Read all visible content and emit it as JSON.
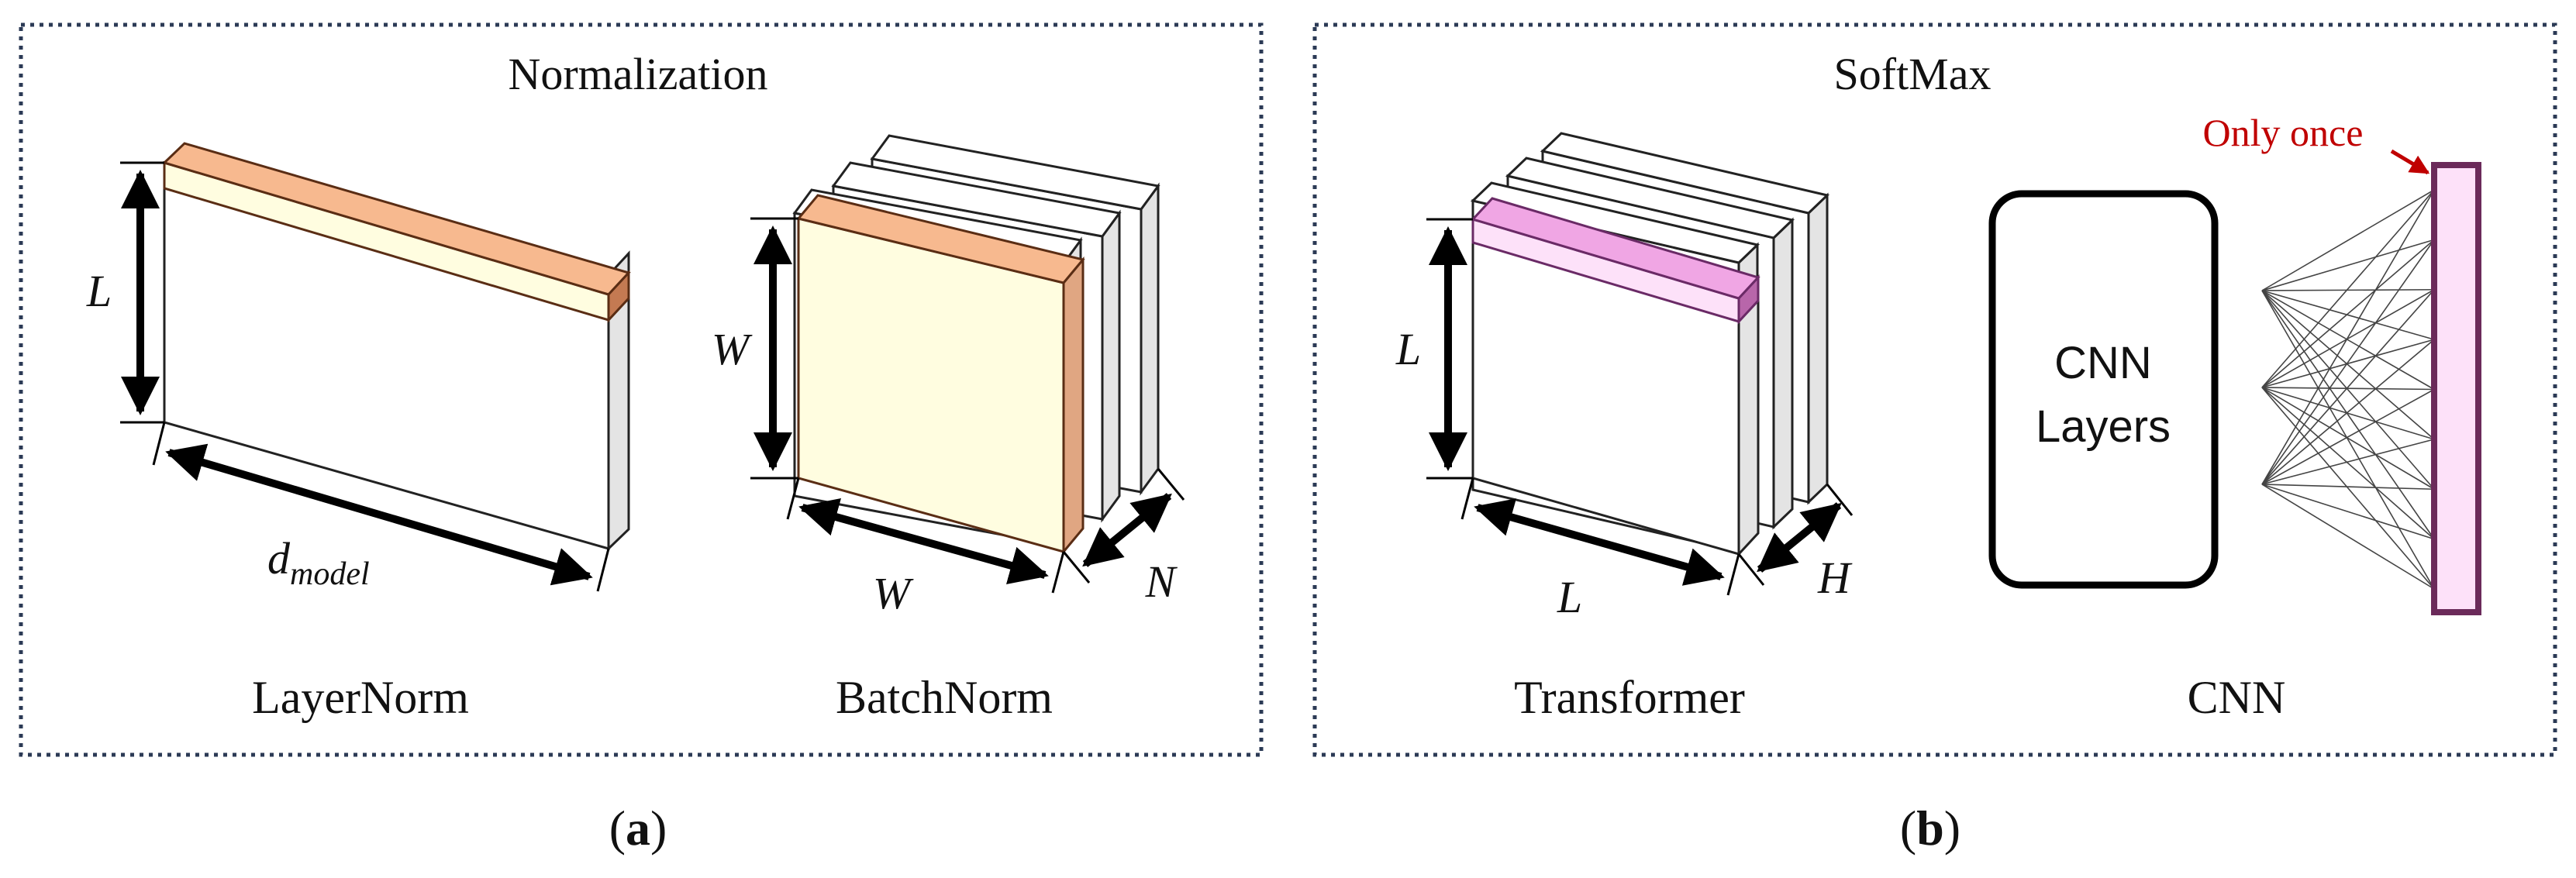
{
  "colors": {
    "panel_border": "#2b3a55",
    "ln_top": "#f7b98f",
    "ln_edge": "#5a2d14",
    "ln_strip": "#fffde0",
    "bn_front": "#fffde0",
    "bn_side": "#e0a682",
    "slab_side": "#e4e4e4",
    "tr_top": "#f0a6e4",
    "tr_edge": "#6a2a66",
    "tr_strip": "#fde1f9",
    "softmax_fill": "#fde1f9",
    "softmax_border": "#6b2a5a",
    "annotation": "#c00000"
  },
  "panel_a": {
    "title": "Normalization",
    "layernorm": {
      "label": "LayerNorm",
      "dim_height": "L",
      "dim_width_base": "d",
      "dim_width_sub": "model"
    },
    "batchnorm": {
      "label": "BatchNorm",
      "dim_height": "W",
      "dim_width": "W",
      "dim_depth": "N"
    },
    "caption_letter": "a"
  },
  "panel_b": {
    "title": "SoftMax",
    "transformer": {
      "label": "Transformer",
      "dim_height": "L",
      "dim_width": "L",
      "dim_depth": "H"
    },
    "cnn": {
      "label": "CNN",
      "box_line1": "CNN",
      "box_line2": "Layers",
      "annotation": "Only once"
    },
    "caption_letter": "b"
  }
}
